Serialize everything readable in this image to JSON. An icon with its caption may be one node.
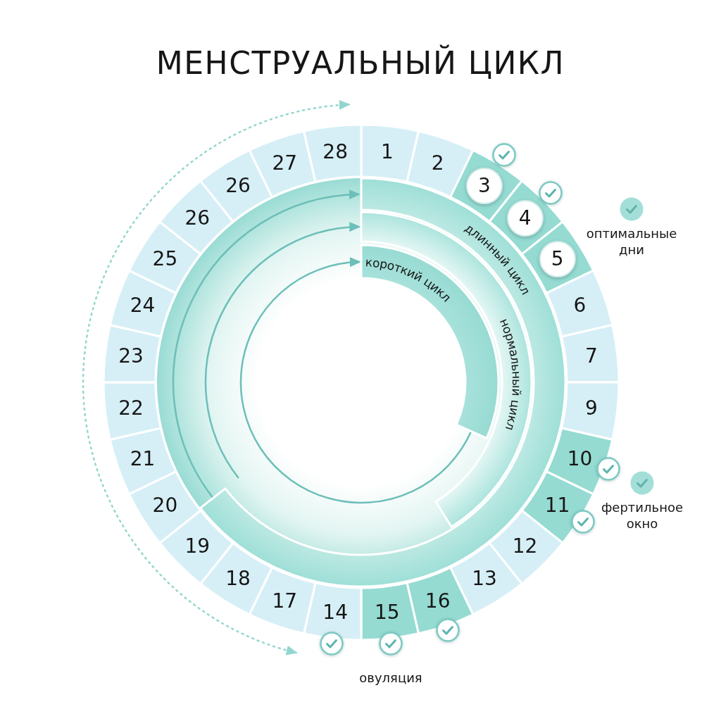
{
  "diagram": {
    "title": "МЕНСТРУАЛЬНЫЙ ЦИКЛ",
    "nodes": [
      {
        "text": [
          "1"
        ]
      },
      {
        "text": [
          "2"
        ]
      },
      {
        "text": [
          "3"
        ]
      },
      {
        "text": [
          "4"
        ]
      },
      {
        "text": [
          "5"
        ]
      },
      {
        "text": [
          "6"
        ]
      },
      {
        "text": [
          "7"
        ]
      },
      {
        "text": [
          "9"
        ]
      },
      {
        "text": [
          "10"
        ]
      },
      {
        "text": [
          "11"
        ]
      },
      {
        "text": [
          "12"
        ]
      },
      {
        "text": [
          "13"
        ]
      },
      {
        "text": [
          "16"
        ]
      },
      {
        "text": [
          "15"
        ]
      },
      {
        "text": [
          "14"
        ]
      },
      {
        "text": [
          "17"
        ]
      },
      {
        "text": [
          "18"
        ]
      },
      {
        "text": [
          "19"
        ]
      },
      {
        "text": [
          "20"
        ]
      },
      {
        "text": [
          "21"
        ]
      },
      {
        "text": [
          "22"
        ]
      },
      {
        "text": [
          "23"
        ]
      },
      {
        "text": [
          "24"
        ]
      },
      {
        "text": [
          "25"
        ]
      },
      {
        "text": [
          "26"
        ]
      },
      {
        "text": [
          "26"
        ]
      },
      {
        "text": [
          "27"
        ]
      },
      {
        "text": [
          "28"
        ]
      },
      {
        "text": [
          "длинный цикл"
        ]
      },
      {
        "text": [
          "нормальный цикл"
        ]
      },
      {
        "text": [
          "короткий цикл"
        ]
      }
    ],
    "edges": [
      {
        "from": 28,
        "to": 28,
        "arrow": "to"
      },
      {
        "from": null,
        "to": 29,
        "arrow": "to"
      },
      {
        "from": 30,
        "to": 30,
        "arrow": "to"
      }
    ],
    "labels": [
      "овуляция"
    ],
    "legend": [
      {
        "text": "оптимальные дни"
      },
      {
        "text": "фертильное окно"
      }
    ]
  }
}
